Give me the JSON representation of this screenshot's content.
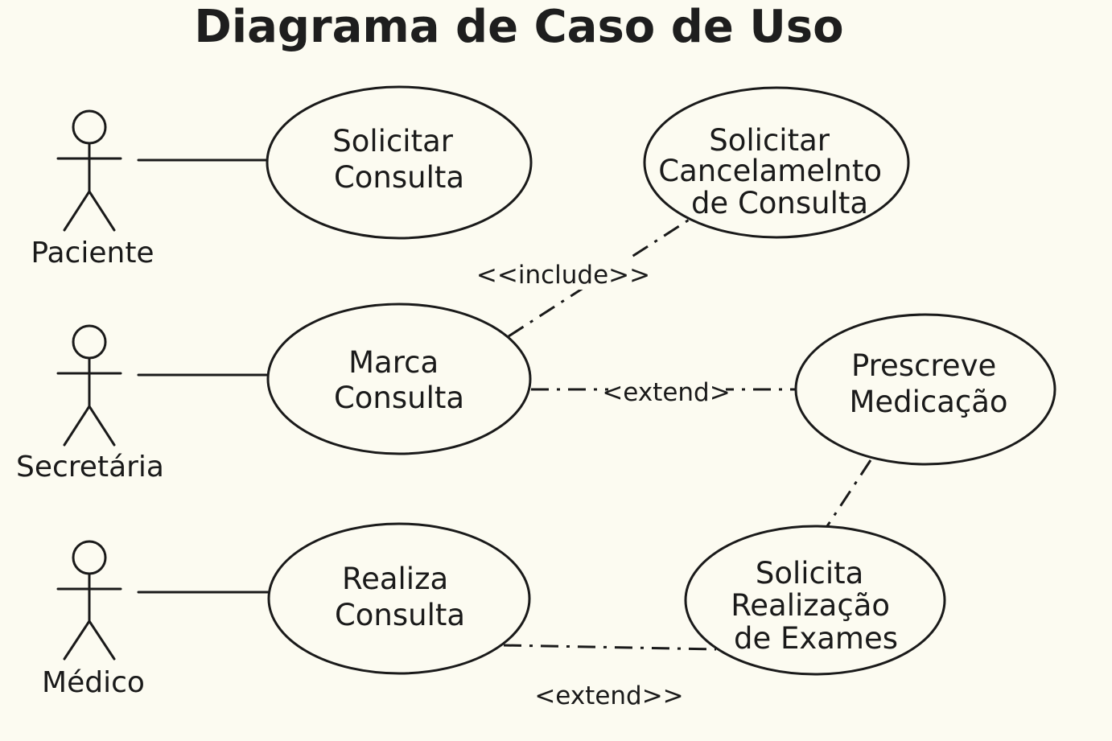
{
  "title": "Diagrama de Caso de Uso",
  "actors": {
    "paciente": "Paciente",
    "secretaria": "Secretária",
    "medico": "Médico"
  },
  "use_cases": {
    "solicitar_consulta": [
      "Solicitar",
      "Consulta"
    ],
    "solicitar_cancelamento": [
      "Solicitar",
      "Cancelamelnto",
      "de Consulta"
    ],
    "marca_consulta": [
      "Marca",
      "Consulta"
    ],
    "prescreve_medicacao": [
      "Prescreve",
      "Medicação"
    ],
    "realiza_consulta": [
      "Realiza",
      "Consulta"
    ],
    "solicita_exames": [
      "Solicita",
      "Realização",
      "de Exames"
    ]
  },
  "relationships": {
    "include": "<<include>>",
    "extend_marca": "<extend>",
    "extend_realiza": "<extend>>"
  }
}
